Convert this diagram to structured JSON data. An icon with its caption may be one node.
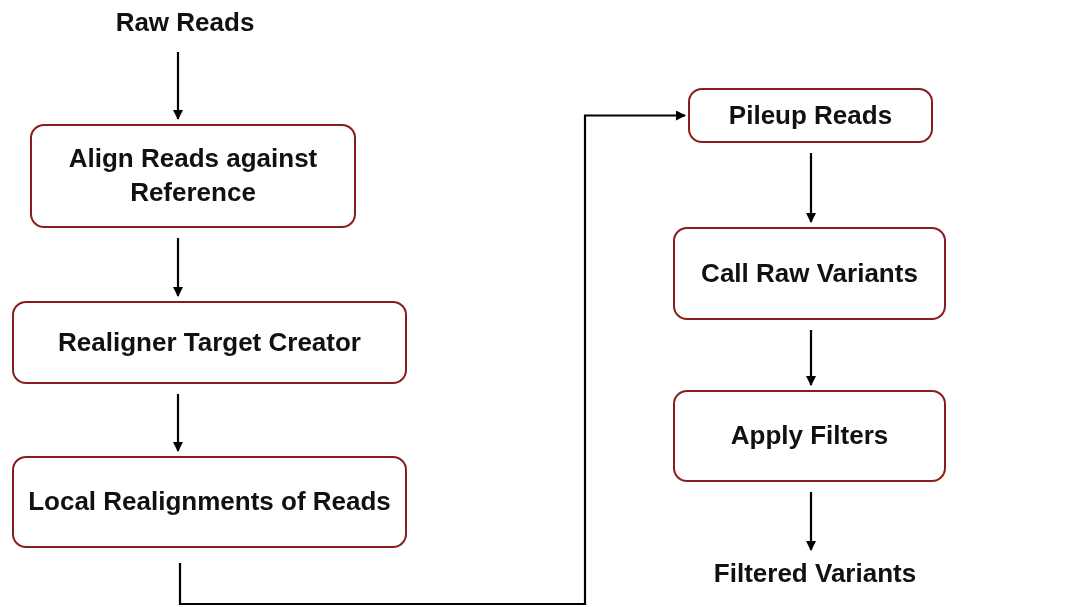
{
  "diagram": {
    "nodes": [
      {
        "text": [
          "Raw Reads"
        ]
      },
      {
        "text": [
          "Align Reads against Reference"
        ]
      },
      {
        "text": [
          "Realigner Target Creator"
        ]
      },
      {
        "text": [
          "Local Realignments of Reads"
        ]
      },
      {
        "text": [
          "Pileup Reads"
        ]
      },
      {
        "text": [
          "Call Raw Variants"
        ]
      },
      {
        "text": [
          "Apply Filters"
        ]
      },
      {
        "text": [
          "Filtered Variants"
        ]
      }
    ],
    "edges": [
      {
        "from": 0,
        "to": 1,
        "arrow": "to"
      },
      {
        "from": 1,
        "to": 2,
        "arrow": "to"
      },
      {
        "from": 2,
        "to": 3,
        "arrow": "to"
      },
      {
        "from": 3,
        "to": 4,
        "arrow": "to"
      },
      {
        "from": 4,
        "to": 5,
        "arrow": "to"
      },
      {
        "from": 5,
        "to": 6,
        "arrow": "to"
      },
      {
        "from": 6,
        "to": 7,
        "arrow": "to"
      }
    ]
  }
}
